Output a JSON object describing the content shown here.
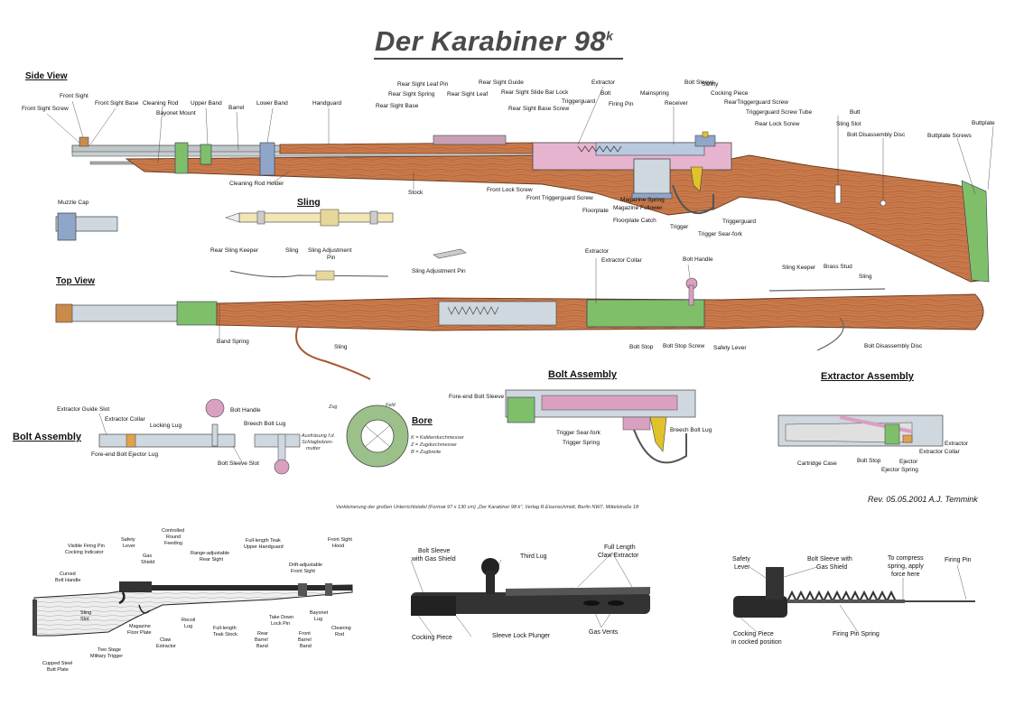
{
  "title": "Der Karabiner 98",
  "title_superscript": "k",
  "sections": {
    "side_view": "Side View",
    "sling": "Sling",
    "top_view": "Top View",
    "bolt_assembly_right": "Bolt Assembly",
    "bolt_assembly_left": "Bolt Assembly",
    "extractor_assembly": "Extractor Assembly",
    "bore": "Bore"
  },
  "side_labels": {
    "front_sight": "Front Sight",
    "front_sight_screw": "Front Sight Screw",
    "front_sight_base": "Front Sight Base",
    "cleaning_rod": "Cleaning Rod",
    "bayonet_mount": "Bayonet Mount",
    "upper_band": "Upper Band",
    "barrel": "Barrel",
    "lower_band": "Lower Band",
    "handguard": "Handguard",
    "rear_sight_base": "Rear Sight Base",
    "rear_sight_spring": "Rear Sight Spring",
    "rear_sight_leaf_pin": "Rear Sight Leaf Pin",
    "rear_sight_leaf": "Rear Sight Leaf",
    "rear_sight_guide": "Rear Sight Guide",
    "rear_sight_slide_bar_lock": "Rear Sight Slide Bar Lock",
    "rear_sight_base_screw": "Rear Sight Base Screw",
    "triggerguard_top": "Triggerguard",
    "extractor": "Extractor",
    "bolt": "Bolt",
    "firing_pin": "Firing Pin",
    "mainspring": "Mainspring",
    "bolt_sleeve": "Bolt Sleeve",
    "receiver": "Receiver",
    "safety": "Safety",
    "cocking_piece": "Cocking Piece",
    "rear_triggerguard_screw": "RearTriggerguard Screw",
    "triggerguard_screw_tube": "Triggerguard Screw Tube",
    "rear_lock_screw": "Rear Lock Screw",
    "butt": "Butt",
    "sling_slot": "Sling Slot",
    "bolt_disassembly_disc": "Bolt Disassembly Disc",
    "buttplate_screws": "Buttplate Screws",
    "buttplate": "Buttplate",
    "cleaning_rod_holder": "Cleaning Rod Holder",
    "stock": "Stock",
    "front_lock_screw": "Front Lock Screw",
    "front_triggerguard_screw": "Front Triggerguard Screw",
    "magazine_spring": "Magazine Spring",
    "magazine_follower": "Magazine Follower",
    "floorplate": "Floorplate",
    "floorplate_catch": "Floorplate Catch",
    "trigger": "Trigger",
    "triggerguard": "Triggerguard",
    "trigger_sear_fork": "Trigger Sear-fork",
    "muzzle_cap": "Muzzle Cap"
  },
  "sling_labels": {
    "rear_sling_keeper": "Rear Sling Keeper",
    "sling": "Sling",
    "sling_adjustment_pin_1": "Sling Adjustment",
    "sling_adjustment_pin_2": "Pin",
    "sling_adjustment_pin_detail": "Sling Adjustment Pin"
  },
  "top_labels": {
    "extractor": "Extractor",
    "extractor_collar": "Extractor Collar",
    "bolt_handle": "Bolt Handle",
    "sling_keeper": "Sling Keeper",
    "brass_stud": "Brass Stud",
    "sling": "Sling",
    "band_spring": "Band Spring",
    "sling_lower": "Sling",
    "bolt_stop": "Bolt Stop",
    "bolt_stop_screw": "Bolt Stop Screw",
    "safety_lever": "Safety Lever",
    "bolt_disassembly_disc": "Bolt Disassembly Disc"
  },
  "bolt_left_labels": {
    "extractor_guide_slot": "Extractor Guide Slot",
    "extractor_collar": "Extractor Collar",
    "locking_lug": "Locking Lug",
    "bolt_handle": "Bolt Handle",
    "breech_bolt_lug": "Breech Bolt Lug",
    "fore_end_bolt_ejector_lug": "Fore-end Bolt Ejector Lug",
    "bolt_sleeve_slot": "Bolt Sleeve Slot"
  },
  "bore_labels": {
    "zug": "Zug",
    "feld": "Feld",
    "ausfrasung_1": "Ausfräsung f.d.",
    "ausfrasung_2": "Schlagbolzen-",
    "ausfrasung_3": "mutter",
    "k_def": "K = Kaliberdurchmesser",
    "z_def": "Z = Zugdurchmesser",
    "b_def": "B = Zugbreite"
  },
  "bolt_right_labels": {
    "fore_end_bolt_sleeve": "Fore-end Bolt Sleeve",
    "trigger_sear_fork": "Trigger Sear-fork",
    "trigger_spring": "Trigger Spring",
    "breech_bolt_lug": "Breech Bolt Lug"
  },
  "extractor_labels": {
    "cartridge_case": "Cartridge Case",
    "bolt_stop": "Bolt Stop",
    "ejector": "Ejector",
    "ejector_spring": "Ejector Spring",
    "extractor": "Extractor",
    "extractor_collar": "Extractor Collar"
  },
  "footer": {
    "credit": "Verkleinerung der großen Unterrichtstafel (Format 97 x 130 cm) „Der Karabiner 98 k\", Verlag R.Eisenschmidt, Berlin NW7, Mittelstraße 18",
    "revision": "Rev. 05.05.2001 A.J. Temmink"
  },
  "photo_left_labels": {
    "visible_firing_pin": "Visible Firing Pin",
    "cocking_indicator": "Cocking Indicator",
    "safety_lever_1": "Safety",
    "safety_lever_2": "Lever",
    "gas_shield_1": "Gas",
    "gas_shield_2": "Shield",
    "controlled_round_1": "Controlled",
    "controlled_round_2": "Round",
    "controlled_round_3": "Feeding",
    "range_adjustable_1": "Range-adjustable",
    "range_adjustable_2": "Rear Sight",
    "full_teak_1": "Full-length Teak",
    "full_teak_2": "Upper Handguard",
    "front_sight_hood_1": "Front Sight",
    "front_sight_hood_2": "Hood",
    "drift_adjustable_1": "Drift-adjustable",
    "drift_adjustable_2": "Front Sight",
    "curved_bolt_1": "Curved",
    "curved_bolt_2": "Bolt Handle",
    "sling_slot_1": "Sling",
    "sling_slot_2": "Slot",
    "magazine_floor_1": "Magazine",
    "magazine_floor_2": "Floor Plate",
    "claw_extractor_1": "Claw",
    "claw_extractor_2": "Extractor",
    "recoil_lug_1": "Recoil",
    "recoil_lug_2": "Lug",
    "full_teak_stock_1": "Full-length",
    "full_teak_stock_2": "Teak Stock",
    "rear_barrel_band_1": "Rear",
    "rear_barrel_band_2": "Barrel",
    "rear_barrel_band_3": "Band",
    "take_down_1": "Take Down",
    "take_down_2": "Lock Pin",
    "front_barrel_band_1": "Front",
    "front_barrel_band_2": "Barrel",
    "front_barrel_band_3": "Band",
    "bayonet_lug_1": "Bayonet",
    "bayonet_lug_2": "Lug",
    "cleaning_rod_1": "Cleaning",
    "cleaning_rod_2": "Rod",
    "two_stage_1": "Two Stage",
    "two_stage_2": "Military Trigger",
    "cupped_steel_1": "Cupped Steel",
    "cupped_steel_2": "Butt Plate"
  },
  "photo_mid_labels": {
    "bolt_sleeve_gas_1": "Bolt Sleeve",
    "bolt_sleeve_gas_2": "with Gas Shield",
    "third_lug": "Third Lug",
    "full_length_1": "Full Length",
    "full_length_2": "Claw Extractor",
    "cocking_piece": "Cocking Piece",
    "sleeve_lock_plunger": "Sleeve Lock Plunger",
    "gas_vents": "Gas Vents"
  },
  "photo_right_labels": {
    "safety_lever_1": "Safety",
    "safety_lever_2": "Lever",
    "bolt_sleeve_gas_1": "Bolt Sleeve with",
    "bolt_sleeve_gas_2": "Gas Shield",
    "to_compress_1": "To compress",
    "to_compress_2": "spring, apply",
    "to_compress_3": "force here",
    "firing_pin": "Firing Pin",
    "cocking_piece_1": "Cocking Piece",
    "cocking_piece_2": "in cocked position",
    "firing_pin_spring": "Firing Pin Spring"
  },
  "colors": {
    "wood": "#c9774a",
    "wood_dark": "#a8582f",
    "metal_green": "#7fbf6a",
    "metal_blue": "#8fa6c9",
    "metal_grey": "#9a9a9a",
    "metal_pink": "#d9a0c0",
    "brass": "#e2c22a",
    "title": "#4a4a4a"
  }
}
